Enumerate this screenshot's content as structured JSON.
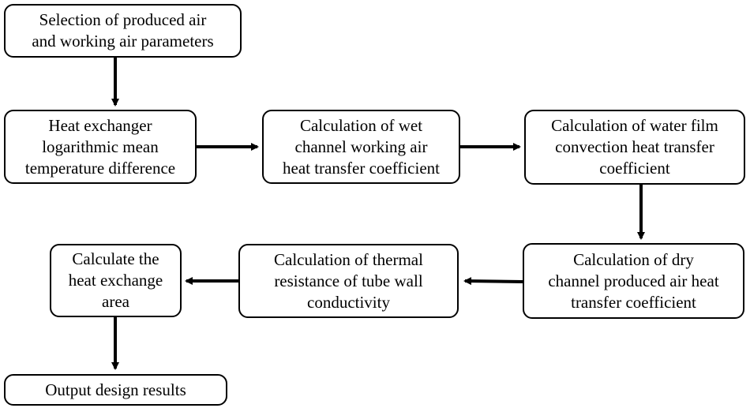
{
  "nodes": {
    "selection": {
      "lines": [
        "Selection of  produced air",
        "and working air parameters"
      ]
    },
    "lmtd": {
      "lines": [
        "Heat exchanger",
        "logarithmic mean",
        "temperature difference"
      ]
    },
    "wet": {
      "lines": [
        "Calculation of wet",
        "channel working air",
        "heat transfer coefficient"
      ]
    },
    "film": {
      "lines": [
        "Calculation of  water film",
        "convection heat transfer",
        "coefficient"
      ]
    },
    "dry": {
      "lines": [
        "Calculation of  dry",
        "channel produced air heat",
        "transfer coefficient"
      ]
    },
    "thermal": {
      "lines": [
        "Calculation of  thermal",
        "resistance of tube wall",
        "conductivity"
      ]
    },
    "area": {
      "lines": [
        "Calculate the",
        "heat exchange",
        "area"
      ]
    },
    "output": {
      "lines": [
        "Output design results"
      ]
    }
  },
  "colors": {
    "stroke": "#000000",
    "background": "#ffffff"
  }
}
